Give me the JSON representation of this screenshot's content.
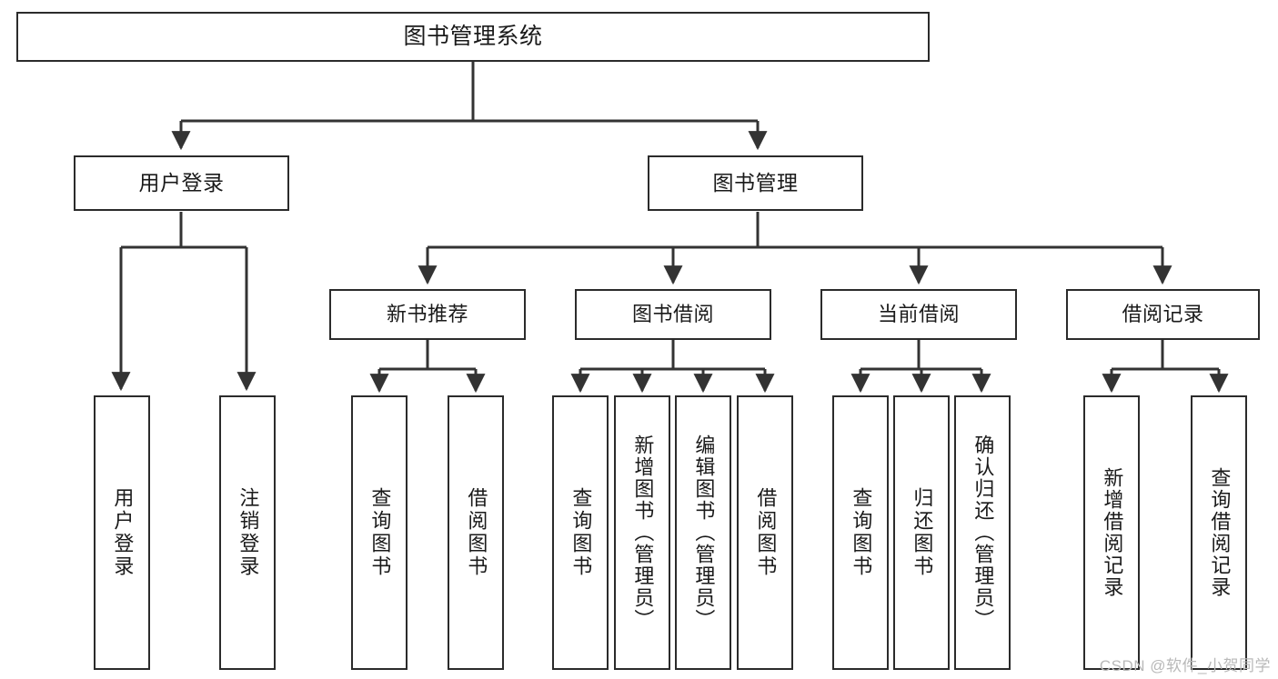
{
  "diagram": {
    "type": "tree-hierarchy-chart",
    "title": "图书管理系统",
    "watermark": "CSDN @软件_小贺同学",
    "colors": {
      "background": "#ffffff",
      "border": "#2b2b2b",
      "text": "#1a1a1a",
      "connector": "#333333",
      "watermark": "#b9b9b9"
    },
    "root": {
      "label": "图书管理系统"
    },
    "level2": [
      {
        "label": "用户登录"
      },
      {
        "label": "图书管理"
      }
    ],
    "level3": [
      {
        "label": "新书推荐"
      },
      {
        "label": "图书借阅"
      },
      {
        "label": "当前借阅"
      },
      {
        "label": "借阅记录"
      }
    ],
    "leaves": {
      "user_login": [
        {
          "label": "用户登录"
        },
        {
          "label": "注销登录"
        }
      ],
      "new_book_recommend": [
        {
          "label": "查询图书"
        },
        {
          "label": "借阅图书"
        }
      ],
      "book_borrow": [
        {
          "label": "查询图书"
        },
        {
          "label": "新增图书（管理员）"
        },
        {
          "label": "编辑图书（管理员）"
        },
        {
          "label": "借阅图书"
        }
      ],
      "current_borrow": [
        {
          "label": "查询图书"
        },
        {
          "label": "归还图书"
        },
        {
          "label": "确认归还（管理员）"
        }
      ],
      "borrow_record": [
        {
          "label": "新增借阅记录"
        },
        {
          "label": "查询借阅记录"
        }
      ]
    }
  }
}
